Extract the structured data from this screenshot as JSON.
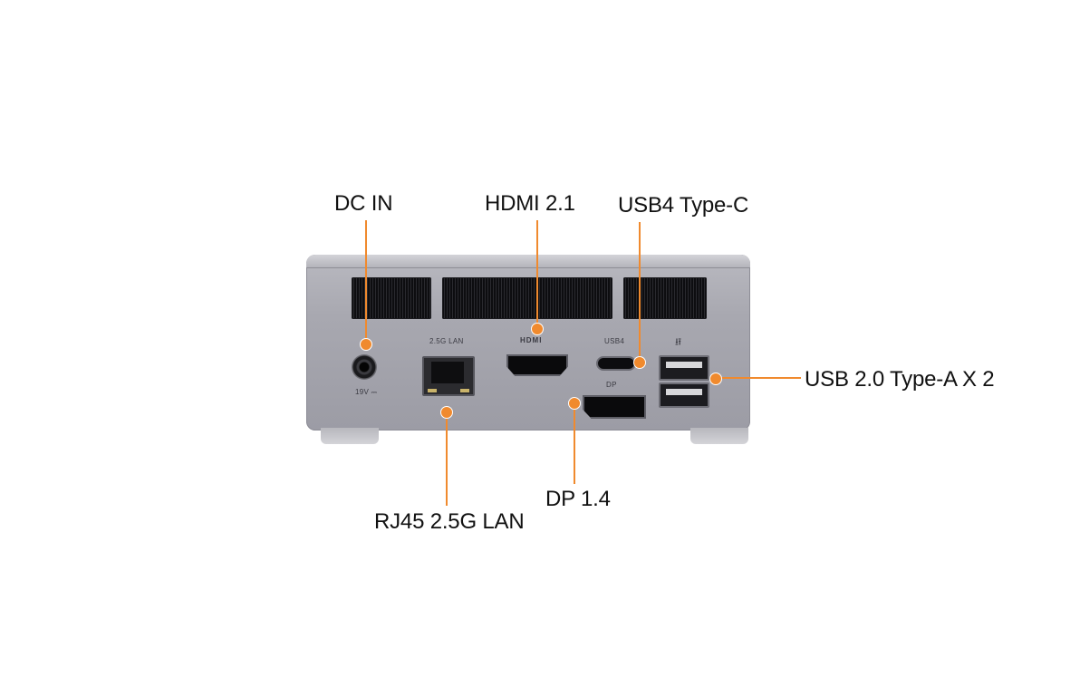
{
  "callouts": {
    "dc_in": "DC IN",
    "hdmi": "HDMI 2.1",
    "usb4": "USB4 Type-C",
    "usb2": "USB 2.0 Type-A X 2",
    "dp": "DP 1.4",
    "lan": "RJ45 2.5G LAN"
  },
  "port_labels": {
    "dc": "19V ⎓",
    "lan": "2.5G LAN",
    "hdmi": "HDMI",
    "usb4": "USB4",
    "dp": "DP",
    "usb": "⭿"
  },
  "colors": {
    "accent": "#f08a2e",
    "device_body": "#a8a8b0",
    "background": "#ffffff"
  }
}
